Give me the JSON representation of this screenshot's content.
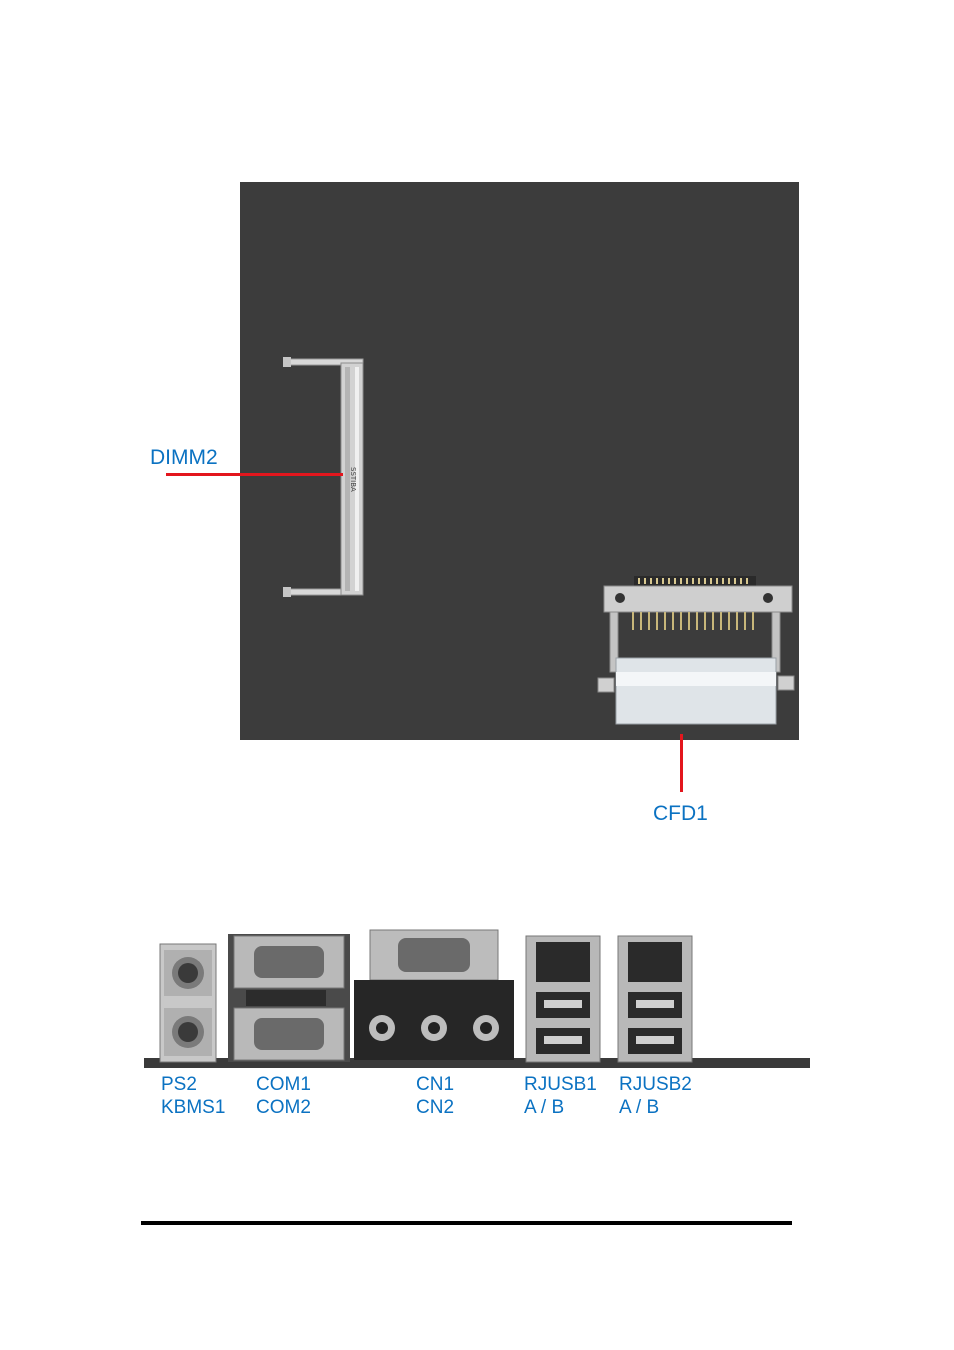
{
  "board_figure": {
    "dimm_label": "DIMM2",
    "cfd_label": "CFD1",
    "dimm_silkscreen": "SSTIBA",
    "board_color": "#3c3c3c",
    "callout_color": "#e3161d",
    "label_color": "#0b72c2"
  },
  "io_panel": {
    "ports": [
      {
        "line1": "PS2",
        "line2": "KBMS1"
      },
      {
        "line1": "COM1",
        "line2": "COM2"
      },
      {
        "line1": "CN1",
        "line2": "CN2"
      },
      {
        "line1": "RJUSB1",
        "line2": "A / B"
      },
      {
        "line1": "RJUSB2",
        "line2": "A / B"
      }
    ]
  }
}
